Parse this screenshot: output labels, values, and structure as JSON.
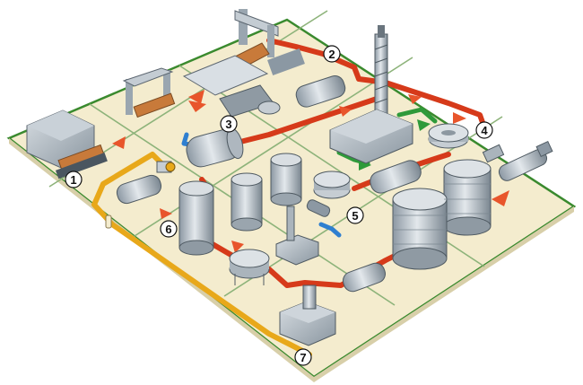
{
  "diagram": {
    "step_labels": [
      "1",
      "2",
      "3",
      "4",
      "5",
      "6",
      "7"
    ],
    "colors": {
      "ground": "#f4ecce",
      "ground_edge": "#3a8a2e",
      "pipe_red": "#d63a1a",
      "pipe_yellow": "#e8a81a",
      "pipe_blue": "#2f7fd0",
      "pipe_green": "#2f9a3a",
      "metal": "#b9c3cc",
      "metal_dark": "#7f8b96"
    }
  }
}
